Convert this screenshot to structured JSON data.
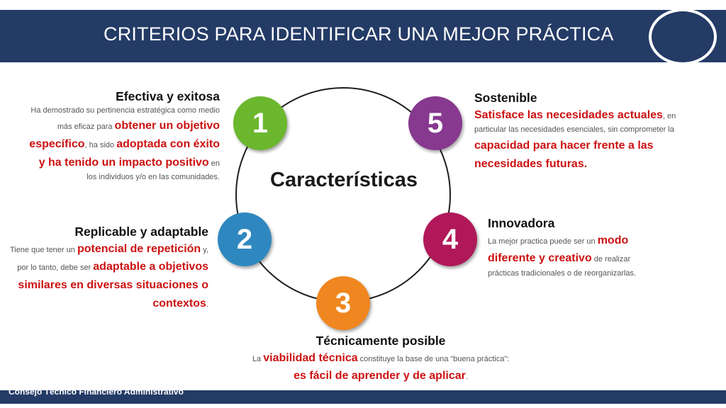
{
  "title": "CRITERIOS PARA IDENTIFICAR UNA MEJOR PRÁCTICA",
  "center_label": "Características",
  "colors": {
    "header": "#243b66",
    "n1": "#6bb72e",
    "n2": "#2e88bf",
    "n3": "#f0861f",
    "n4": "#b0185a",
    "n5": "#87388f",
    "highlight": "#cc1111"
  },
  "criteria": {
    "c1": {
      "number": "1",
      "heading": "Efectiva y exitosa",
      "t1": "Ha demostrado su pertinencia estratégica como medio más eficaz para ",
      "r1": "obtener un objetivo específico",
      "t2": ", ha sido ",
      "r2": "adoptada con éxito y ha tenido un impacto positivo",
      "t3": " en los individuos y/o en las comunidades."
    },
    "c2": {
      "number": "2",
      "heading": "Replicable y adaptable",
      "t1": "Tiene que tener un ",
      "r1": "potencial de repetición",
      "t2": " y, por lo tanto, debe ser ",
      "r2": "adaptable a objetivos similares en diversas situaciones o contextos",
      "t3": "."
    },
    "c3": {
      "number": "3",
      "heading": "Técnicamente posible",
      "t1": "La ",
      "r1": "viabilidad técnica",
      "t2": " constituye la base de una “buena práctica”:",
      "r2": "es fácil de aprender y de aplicar",
      "t3": "."
    },
    "c4": {
      "number": "4",
      "heading": "Innovadora",
      "t1": "La mejor practica puede ser un ",
      "r1": "modo diferente y creativo",
      "t2": " de realizar prácticas tradicionales o de reorganizarlas."
    },
    "c5": {
      "number": "5",
      "heading": "Sostenible",
      "r1": "Satisface las necesidades actuales",
      "t1": ", en particular las necesidades esenciales, sin comprometer la ",
      "r2": "capacidad para hacer frente a las necesidades futuras."
    }
  },
  "footer": "Consejo Técnico Financiero Administrativo"
}
